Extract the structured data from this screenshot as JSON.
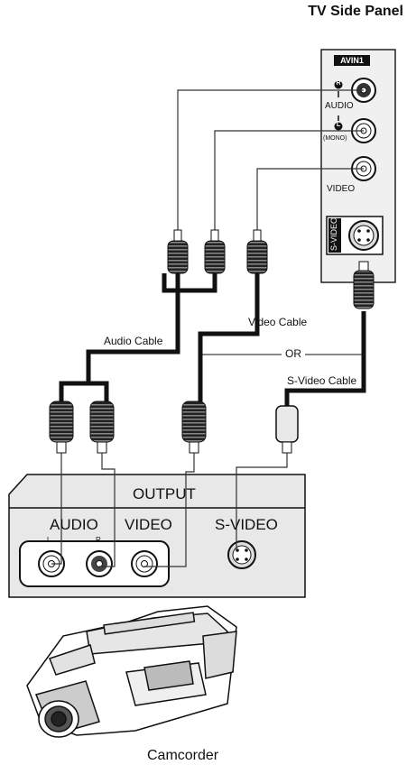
{
  "tv_panel": {
    "title": "TV Side Panel",
    "badge": "AVIN1",
    "audio_label": "AUDIO",
    "mono_label": "(MONO)",
    "video_label": "VIDEO",
    "svideo_label": "S-VIDEO",
    "r_marker": "R",
    "l_marker": "L"
  },
  "cables": {
    "audio_cable": "Audio Cable",
    "video_cable": "Video Cable",
    "or": "OR",
    "svideo_cable": "S-Video Cable"
  },
  "camcorder_panel": {
    "output": "OUTPUT",
    "audio": "AUDIO",
    "video": "VIDEO",
    "svideo": "S-VIDEO",
    "l_marker": "L",
    "r_marker": "R"
  },
  "device": {
    "name": "Camcorder"
  }
}
